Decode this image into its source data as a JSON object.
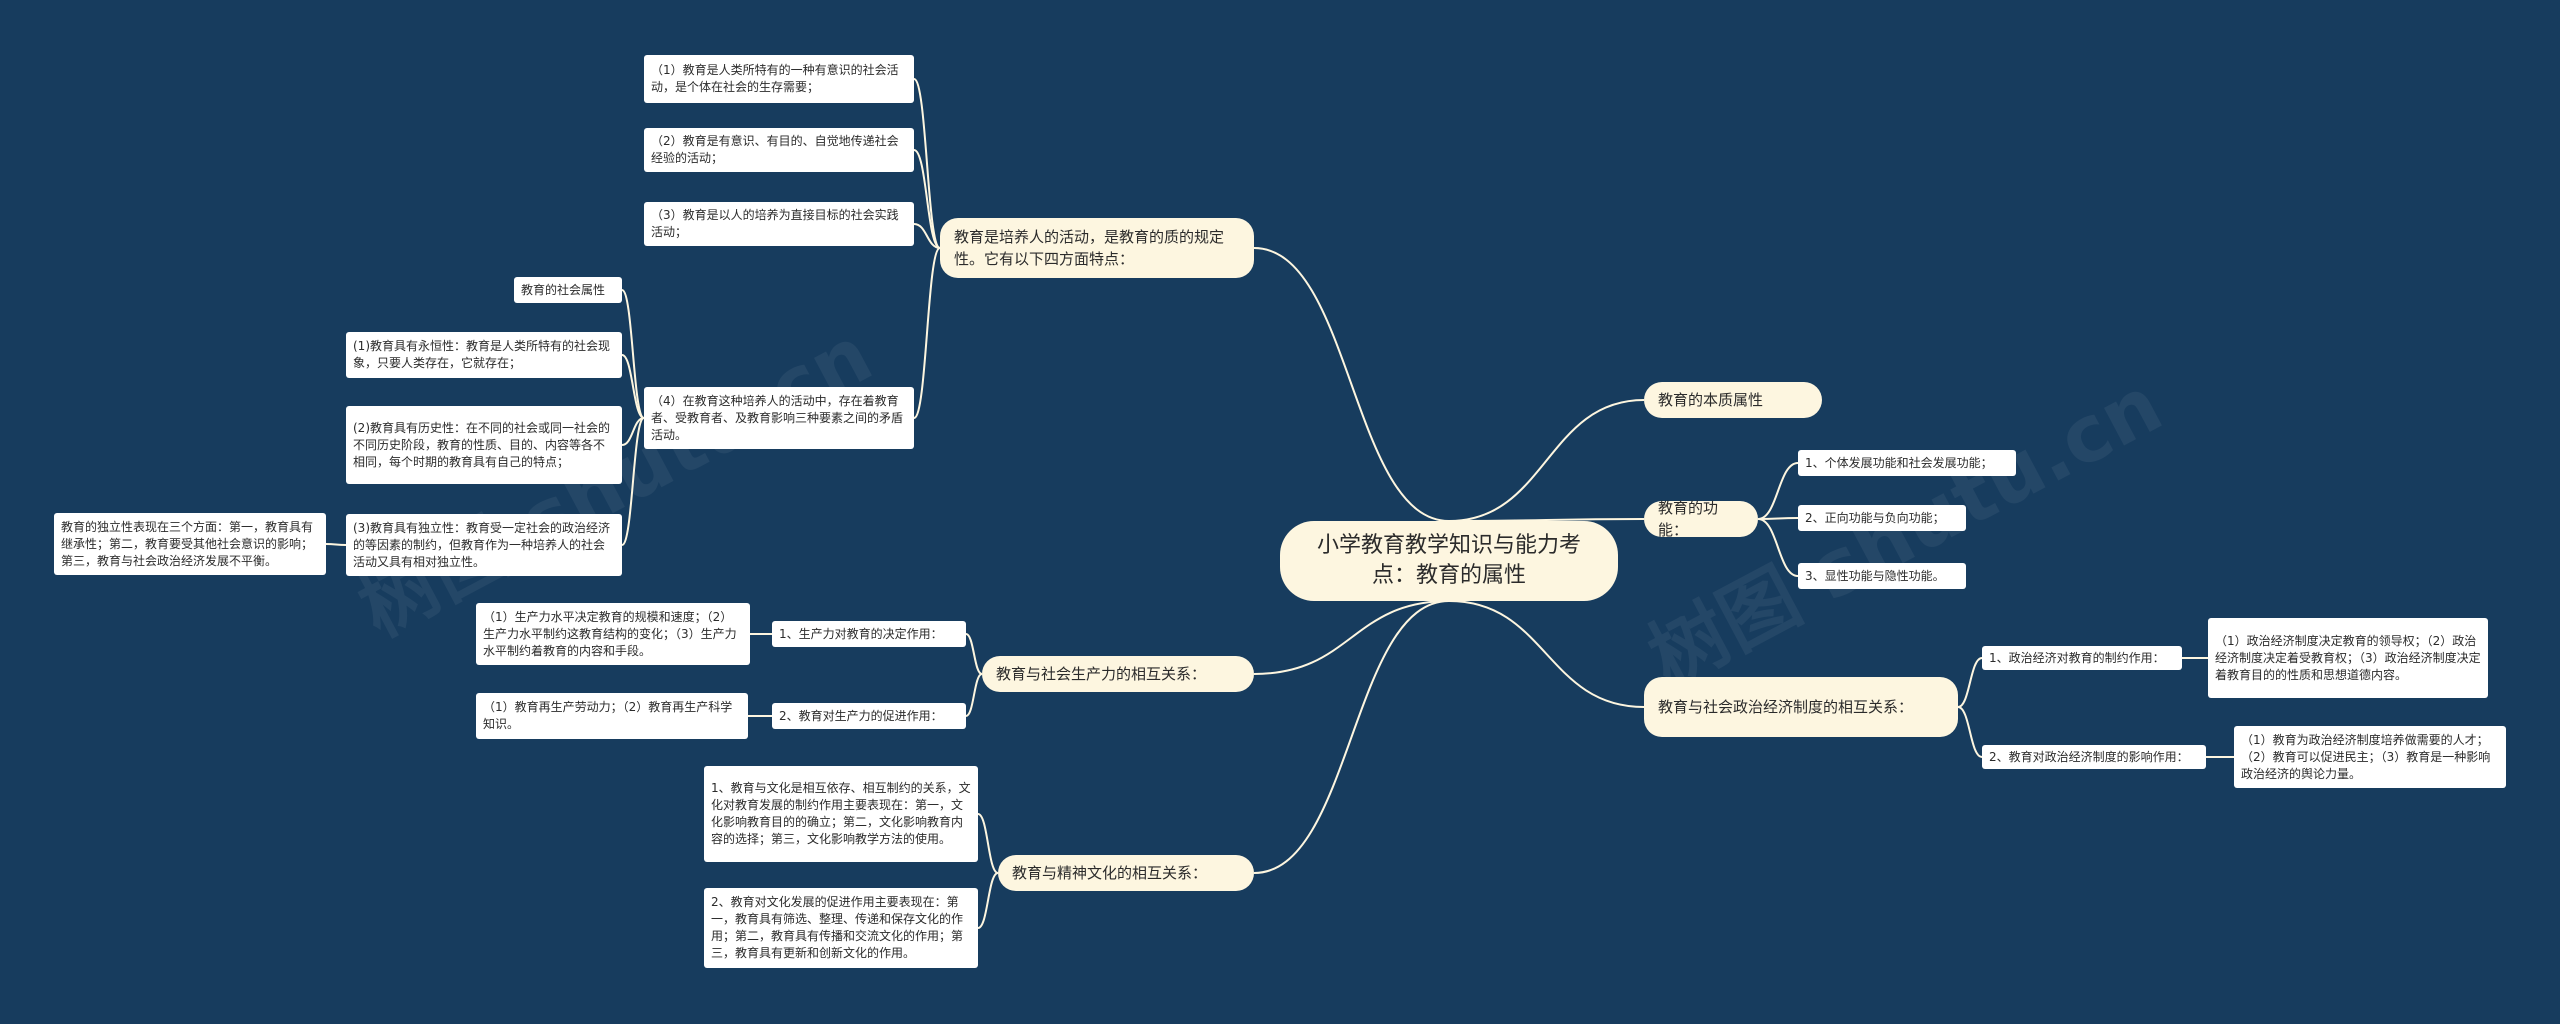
{
  "root": {
    "title": "小学教育教学知识与能力考点：教育的属性"
  },
  "watermark": "树图 shutu.cn",
  "right": {
    "essence": {
      "label": "教育的本质属性"
    },
    "functions": {
      "label": "教育的功能：",
      "items": [
        "1、个体发展功能和社会发展功能；",
        "2、正向功能与负向功能；",
        "3、显性功能与隐性功能。"
      ]
    },
    "politics": {
      "label": "教育与社会政治经济制度的相互关系：",
      "items": [
        {
          "label": "1、政治经济对教育的制约作用：",
          "detail": "（1）政治经济制度决定教育的领导权；（2）政治经济制度决定着受教育权；（3）政治经济制度决定着教育目的的性质和思想道德内容。"
        },
        {
          "label": "2、教育对政治经济制度的影响作用：",
          "detail": "（1）教育为政治经济制度培养做需要的人才；（2）教育可以促进民主；（3）教育是一种影响政治经济的舆论力量。"
        }
      ]
    }
  },
  "left": {
    "essence": {
      "label": "教育是培养人的活动，是教育的质的规定性。它有以下四方面特点：",
      "items": [
        "（1）教育是人类所特有的一种有意识的社会活动，是个体在社会的生存需要；",
        "（2）教育是有意识、有目的、自觉地传递社会经验的活动；",
        "（3）教育是以人的培养为直接目标的社会实践活动；",
        "（4）在教育这种培养人的活动中，存在着教育者、受教育者、及教育影响三种要素之间的矛盾活动。"
      ],
      "social": {
        "label": "教育的社会属性",
        "items": [
          "(1)教育具有永恒性：教育是人类所特有的社会现象，只要人类存在，它就存在；",
          "(2)教育具有历史性：在不同的社会或同一社会的不同历史阶段，教育的性质、目的、内容等各不相同，每个时期的教育具有自己的特点；",
          "(3)教育具有独立性：教育受一定社会的政治经济的等因素的制约，但教育作为一种培养人的社会活动又具有相对独立性。"
        ],
        "independence_detail": "教育的独立性表现在三个方面：第一，教育具有继承性；第二，教育要受其他社会意识的影响；第三，教育与社会政治经济发展不平衡。"
      }
    },
    "productivity": {
      "label": "教育与社会生产力的相互关系：",
      "items": [
        {
          "label": "1、生产力对教育的决定作用：",
          "detail": "（1）生产力水平决定教育的规模和速度；（2）生产力水平制约这教育结构的变化；（3）生产力水平制约着教育的内容和手段。"
        },
        {
          "label": "2、教育对生产力的促进作用：",
          "detail": "（1）教育再生产劳动力；（2）教育再生产科学知识。"
        }
      ]
    },
    "culture": {
      "label": "教育与精神文化的相互关系：",
      "items": [
        "1、教育与文化是相互依存、相互制约的关系，文化对教育发展的制约作用主要表现在：第一，文化影响教育目的的确立；第二，文化影响教育内容的选择；第三，文化影响教学方法的使用。",
        "2、教育对文化发展的促进作用主要表现在：第一，教育具有筛选、整理、传递和保存文化的作用；第二，教育具有传播和交流文化的作用；第三，教育具有更新和创新文化的作用。"
      ]
    }
  }
}
